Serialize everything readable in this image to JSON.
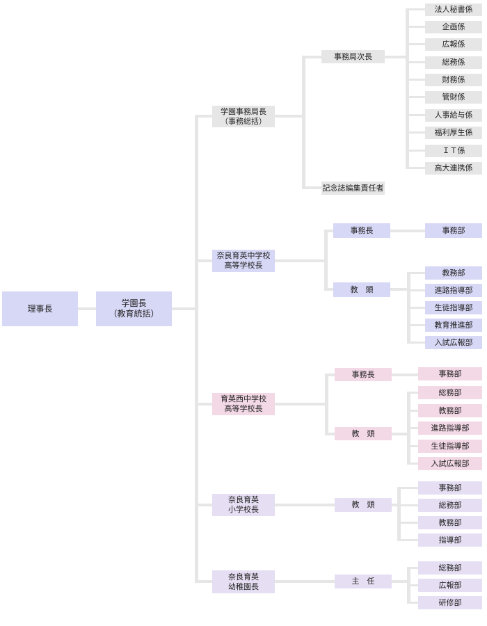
{
  "colors": {
    "line": "#e6e6e6",
    "gray": "#e6e6e6",
    "blue": "#d7d7f6",
    "pink": "#f3d8e6",
    "lavender": "#e6def3"
  },
  "chairman": "理事長",
  "academy_head": {
    "line1": "学園長",
    "line2": "（教育統括）"
  },
  "secretariat": {
    "head": {
      "line1": "学園事務局長",
      "line2": "（事務総括）"
    },
    "deputy": "事務局次長",
    "sections": [
      "法人秘書係",
      "企画係",
      "広報係",
      "総務係",
      "財務係",
      "管財係",
      "人事給与係",
      "福利厚生係",
      "ＩＴ係",
      "高大連携係"
    ],
    "editor": "記念誌編集責任者"
  },
  "nara_hs": {
    "head": {
      "line1": "奈良育英中学校",
      "line2": "高等学校長"
    },
    "admin_head": "事務長",
    "admin_dept": "事務部",
    "vice_principal": "教　頭",
    "depts": [
      "教務部",
      "進路指導部",
      "生徒指導部",
      "教育推進部",
      "入試広報部"
    ]
  },
  "nishi_hs": {
    "head": {
      "line1": "育英西中学校",
      "line2": "高等学校長"
    },
    "admin_head": "事務長",
    "admin_dept": "事務部",
    "vice_principal": "教　頭",
    "depts": [
      "総務部",
      "教務部",
      "進路指導部",
      "生徒指導部",
      "入試広報部"
    ]
  },
  "elementary": {
    "head": {
      "line1": "奈良育英",
      "line2": "小学校長"
    },
    "vice_principal": "教　頭",
    "depts": [
      "事務部",
      "総務部",
      "教務部",
      "指導部"
    ]
  },
  "kindergarten": {
    "head": {
      "line1": "奈良育英",
      "line2": "幼稚園長"
    },
    "chief": "主　任",
    "depts": [
      "総務部",
      "広報部",
      "研修部"
    ]
  }
}
